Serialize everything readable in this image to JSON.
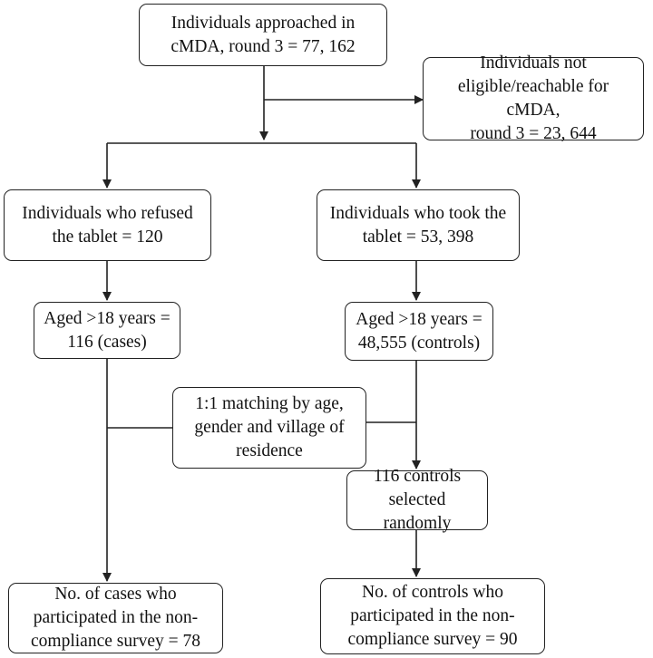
{
  "boxes": {
    "approached": "Individuals approached in\ncMDA, round 3 = 77, 162",
    "not_eligible": "Individuals not\neligible/reachable for cMDA,\nround 3 = 23, 644",
    "refused": "Individuals who refused\nthe tablet = 120",
    "took": "Individuals who took the\ntablet = 53, 398",
    "cases": "Aged >18 years =\n116 (cases)",
    "controls": "Aged >18 years =\n48,555 (controls)",
    "matching": "1:1 matching by age,\ngender and village of\nresidence",
    "selected": "116 controls\nselected randomly",
    "cases_survey": "No. of cases who\nparticipated in the non-\ncompliance survey = 78",
    "controls_survey": "No. of controls who\nparticipated in the non-\ncompliance survey = 90"
  }
}
